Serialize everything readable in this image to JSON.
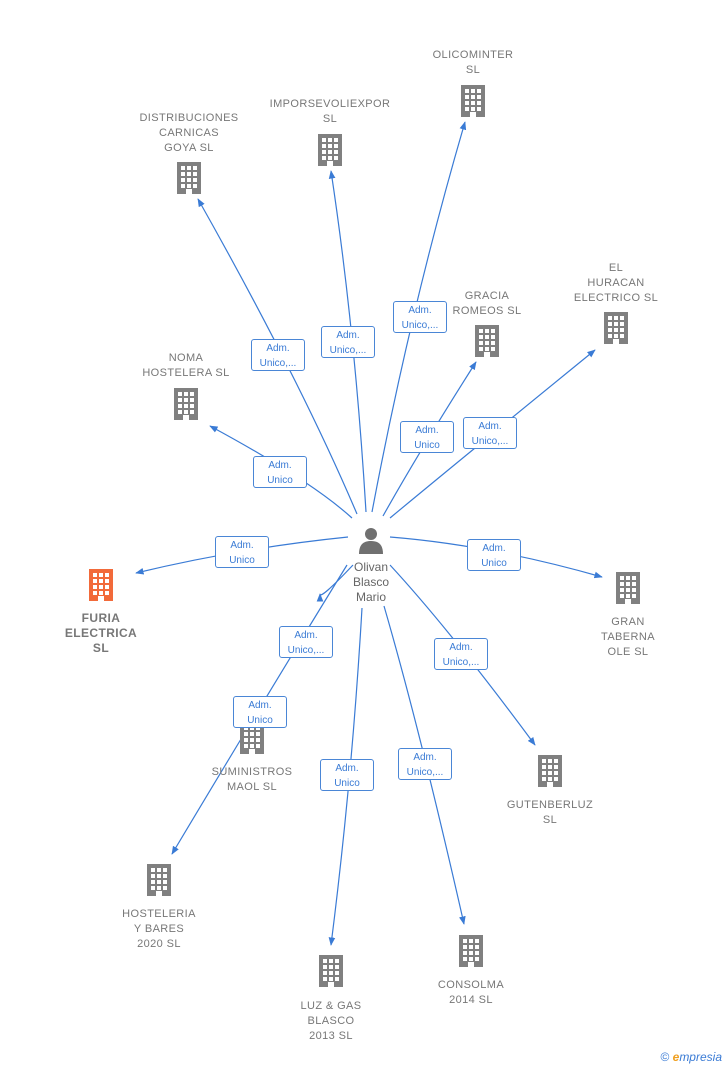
{
  "person": {
    "name": "Olivan\nBlasco\nMario",
    "icon": "person-icon"
  },
  "companies": [
    {
      "id": "olicominter",
      "name": "OLICOMINTER\nSL",
      "highlight": false
    },
    {
      "id": "imporsevoliexpor",
      "name": "IMPORSEVOLIEXPOR\nSL",
      "highlight": false
    },
    {
      "id": "distribuciones",
      "name": "DISTRIBUCIONES\nCARNICAS\nGOYA  SL",
      "highlight": false
    },
    {
      "id": "gracia",
      "name": "GRACIA\nROMEOS  SL",
      "highlight": false
    },
    {
      "id": "huracan",
      "name": "EL\nHURACAN\nELECTRICO  SL",
      "highlight": false
    },
    {
      "id": "noma",
      "name": "NOMA\nHOSTELERA SL",
      "highlight": false
    },
    {
      "id": "furia",
      "name": "FURIA\nELECTRICA\nSL",
      "highlight": true
    },
    {
      "id": "gran",
      "name": "GRAN\nTABERNA\nOLE SL",
      "highlight": false
    },
    {
      "id": "suministros",
      "name": "SUMINISTROS\nMAOL SL",
      "highlight": false
    },
    {
      "id": "gutenberluz",
      "name": "GUTENBERLUZ\nSL",
      "highlight": false
    },
    {
      "id": "hosteleria",
      "name": "HOSTELERIA\nY BARES\n2020  SL",
      "highlight": false
    },
    {
      "id": "luz",
      "name": "LUZ & GAS\nBLASCO\n2013 SL",
      "highlight": false
    },
    {
      "id": "consolma",
      "name": "CONSOLMA\n2014  SL",
      "highlight": false
    }
  ],
  "relations": [
    {
      "to": "olicominter",
      "label": "Adm.\nUnico,..."
    },
    {
      "to": "imporsevoliexpor",
      "label": "Adm.\nUnico,..."
    },
    {
      "to": "distribuciones",
      "label": "Adm.\nUnico,..."
    },
    {
      "to": "gracia",
      "label": "Adm.\nUnico"
    },
    {
      "to": "huracan",
      "label": "Adm.\nUnico,..."
    },
    {
      "to": "noma",
      "label": "Adm.\nUnico"
    },
    {
      "to": "furia",
      "label": "Adm.\nUnico"
    },
    {
      "to": "gran",
      "label": "Adm.\nUnico"
    },
    {
      "to": "suministros",
      "label": "Adm.\nUnico,..."
    },
    {
      "to": "gutenberluz",
      "label": "Adm.\nUnico,..."
    },
    {
      "to": "hosteleria",
      "label": "Adm.\nUnico"
    },
    {
      "to": "luz",
      "label": "Adm.\nUnico"
    },
    {
      "to": "consolma",
      "label": "Adm.\nUnico,..."
    }
  ],
  "colors": {
    "edge": "#3a7bd5",
    "building": "#808080",
    "building_highlight": "#f26a3a",
    "person": "#707070"
  },
  "brand": {
    "symbol": "©",
    "e": "e",
    "rest": "mpresia"
  }
}
